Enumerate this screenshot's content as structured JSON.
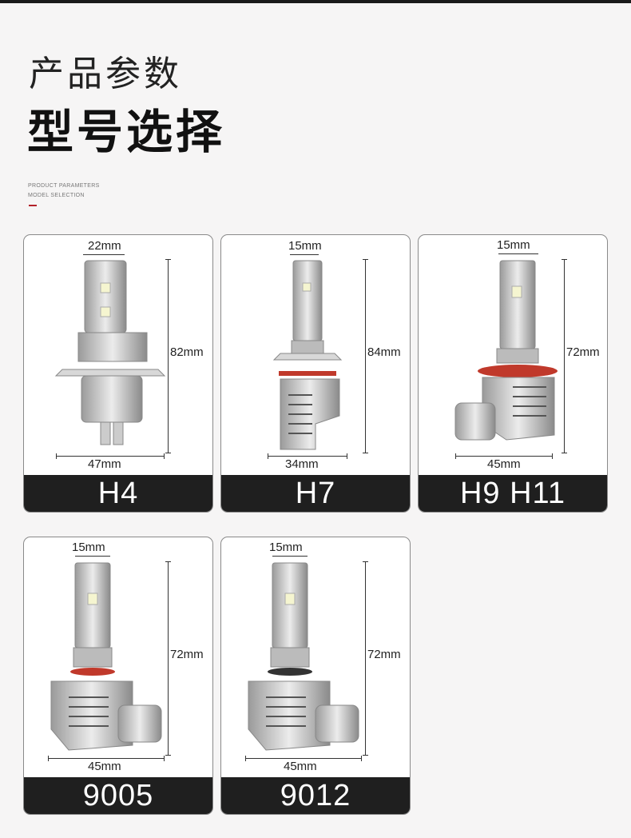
{
  "header": {
    "title_line1": "产品参数",
    "title_line2": "型号选择",
    "sub_line1": "PRODUCT PARAMETERS",
    "sub_line2": "MODEL SELECTION"
  },
  "accent_color": "#b3212a",
  "models": [
    {
      "name": "H4",
      "top_width": "22mm",
      "height": "82mm",
      "base_width": "47mm"
    },
    {
      "name": "H7",
      "top_width": "15mm",
      "height": "84mm",
      "base_width": "34mm"
    },
    {
      "name": "H9 H11",
      "top_width": "15mm",
      "height": "72mm",
      "base_width": "45mm"
    },
    {
      "name": "9005",
      "top_width": "15mm",
      "height": "72mm",
      "base_width": "45mm"
    },
    {
      "name": "9012",
      "top_width": "15mm",
      "height": "72mm",
      "base_width": "45mm"
    }
  ]
}
